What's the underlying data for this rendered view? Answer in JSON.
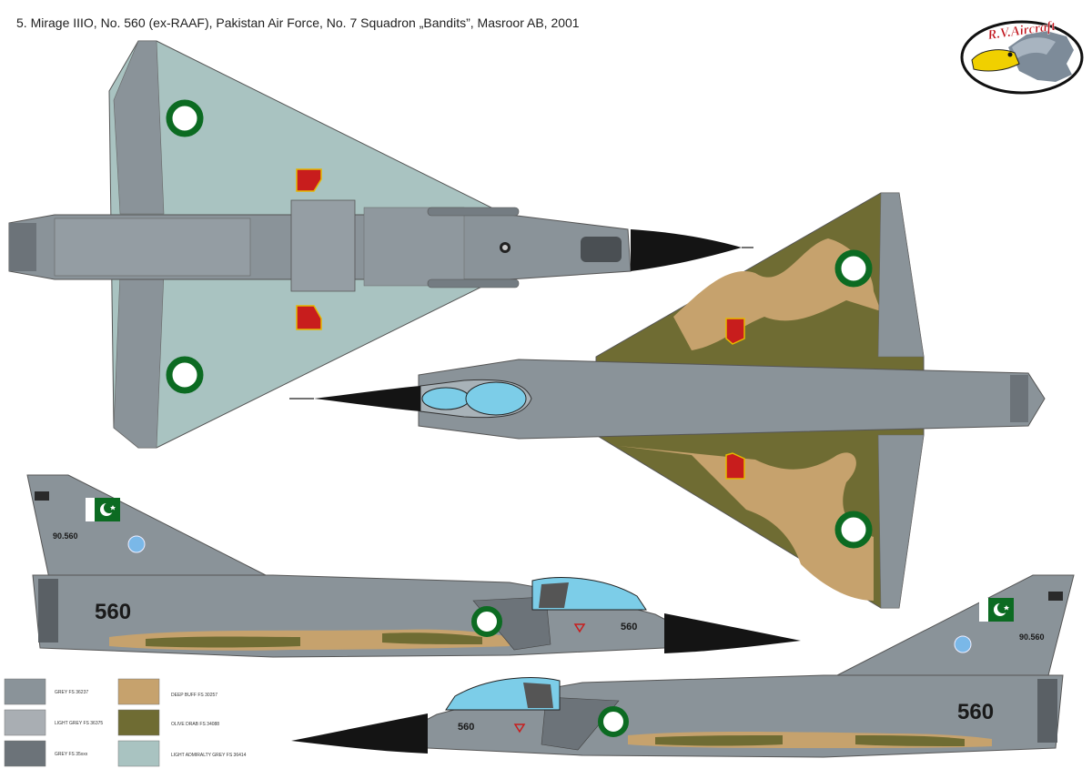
{
  "caption": "5. Mirage IIIO, No. 560 (ex-RAAF), Pakistan Air Force, No. 7 Squadron „Bandits”, Masroor AB, 2001",
  "logo": {
    "text": "R.V.Aircraft",
    "icon": "eagle-head-icon"
  },
  "markings": {
    "side_number": "560",
    "nose_number": "560",
    "fin_serial": "90.560"
  },
  "colors": {
    "grey": "#8a9399",
    "light_grey": "#a9aeb3",
    "dark_grey": "#6c7379",
    "deep_buff": "#c6a26d",
    "olive_drab": "#6f6c33",
    "light_admiralty_grey": "#a9c3c1",
    "roundel_green": "#0c6b22",
    "canopy": "#7ccde8"
  },
  "swatches": [
    {
      "label": "GREY FS 36237",
      "color": "#8a9399"
    },
    {
      "label": "LIGHT GREY FS 36375",
      "color": "#a9aeb3"
    },
    {
      "label": "GREY FS 35xxx",
      "color": "#6c7379"
    },
    {
      "label": "DEEP BUFF FS 30257",
      "color": "#c6a26d"
    },
    {
      "label": "OLIVE DRAB FS 34088",
      "color": "#6f6c33"
    },
    {
      "label": "LIGHT ADMIRALTY GREY FS 36414",
      "color": "#a9c3c1"
    }
  ]
}
